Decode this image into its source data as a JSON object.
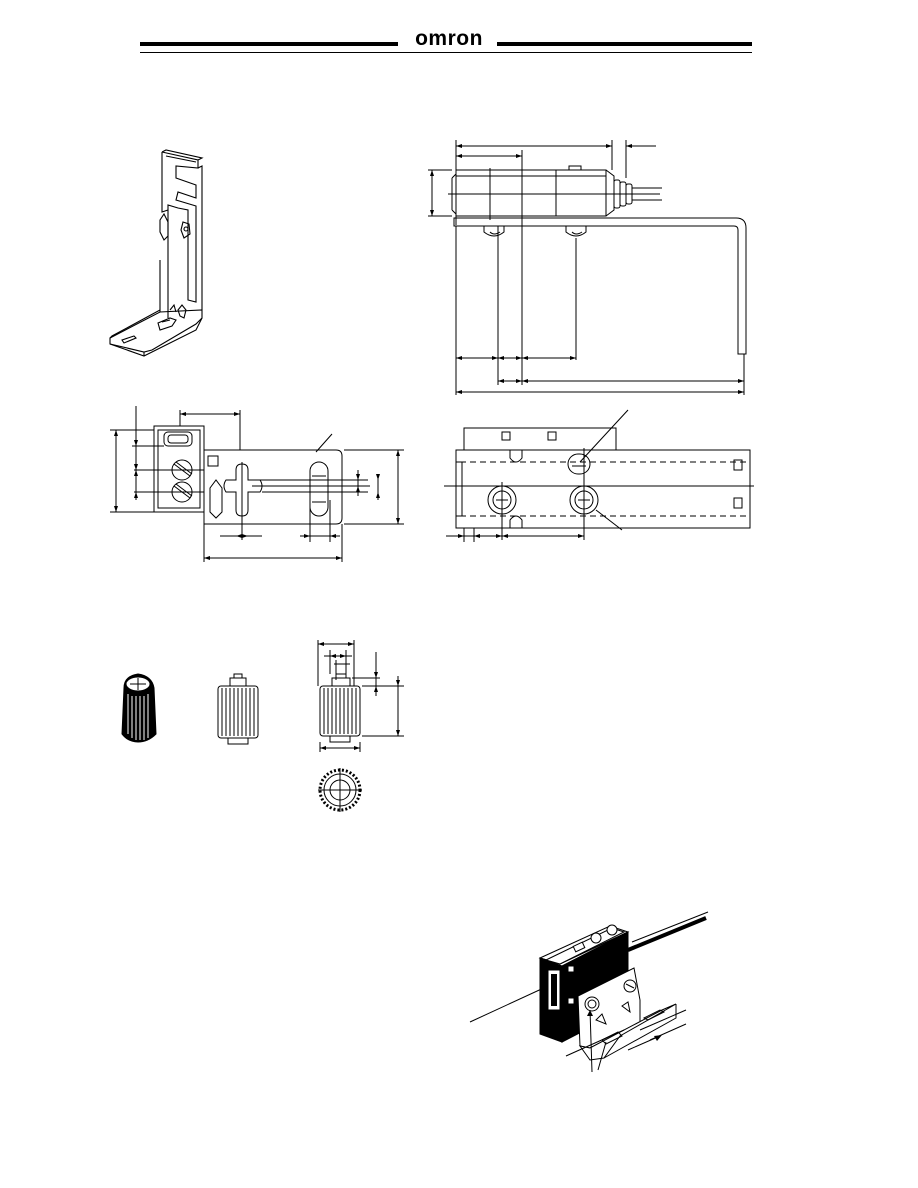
{
  "header": {
    "brand": "omron"
  },
  "figures": [
    {
      "name": "mounting-bracket-perspective"
    },
    {
      "name": "bracket-sensor-side-view"
    },
    {
      "name": "bracket-front-view"
    },
    {
      "name": "sensor-mounted-front-view"
    },
    {
      "name": "adjuster-knob-views"
    },
    {
      "name": "sensor-mounting-illustration"
    }
  ]
}
